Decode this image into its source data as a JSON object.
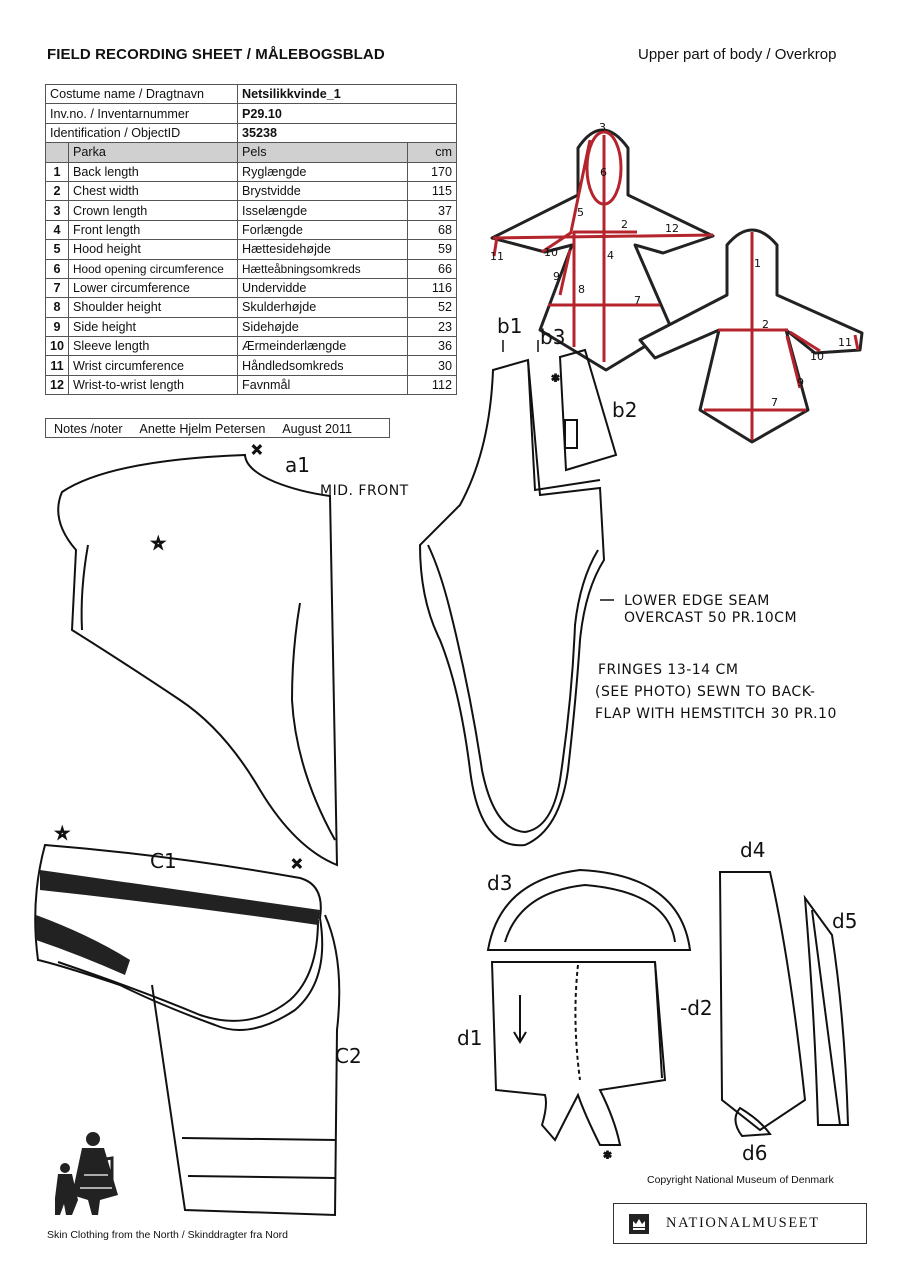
{
  "header": {
    "title": "FIELD RECORDING SHEET / MÅLEBOGSBLAD",
    "section": "Upper part of body / Overkrop"
  },
  "info": {
    "costume_label": "Costume name / Dragtnavn",
    "costume_value": "Netsilikkvinde_1",
    "inv_label": "Inv.no. / Inventarnummer",
    "inv_value": "P29.10",
    "id_label": "Identification / ObjectID",
    "id_value": "35238"
  },
  "table_header": {
    "en": "Parka",
    "da": "Pels",
    "unit": "cm"
  },
  "measurements": [
    {
      "num": "1",
      "en": "Back length",
      "da": "Ryglængde",
      "cm": "170"
    },
    {
      "num": "2",
      "en": "Chest width",
      "da": "Brystvidde",
      "cm": "115"
    },
    {
      "num": "3",
      "en": "Crown length",
      "da": "Isselængde",
      "cm": "37"
    },
    {
      "num": "4",
      "en": "Front length",
      "da": "Forlængde",
      "cm": "68"
    },
    {
      "num": "5",
      "en": "Hood height",
      "da": "Hættesidehøjde",
      "cm": "59"
    },
    {
      "num": "6",
      "en": "Hood opening circumference",
      "da": "Hætteåbningsomkreds",
      "cm": "66"
    },
    {
      "num": "7",
      "en": "Lower circumference",
      "da": "Undervidde",
      "cm": "116"
    },
    {
      "num": "8",
      "en": "Shoulder height",
      "da": "Skulderhøjde",
      "cm": "52"
    },
    {
      "num": "9",
      "en": "Side height",
      "da": "Sidehøjde",
      "cm": "23"
    },
    {
      "num": "10",
      "en": "Sleeve length",
      "da": "Ærmeinderlængde",
      "cm": "36"
    },
    {
      "num": "11",
      "en": "Wrist circumference",
      "da": "Håndledsomkreds",
      "cm": "30"
    },
    {
      "num": "12",
      "en": "Wrist-to-wrist length",
      "da": "Favnmål",
      "cm": "112"
    }
  ],
  "notes": {
    "label": "Notes /noter",
    "author": "Anette Hjelm Petersen",
    "date": "August 2011"
  },
  "diagram_labels": {
    "front": [
      "3",
      "6",
      "5",
      "2",
      "12",
      "11",
      "10",
      "4",
      "9",
      "8",
      "7"
    ],
    "back": [
      "1",
      "2",
      "10",
      "11",
      "9",
      "7"
    ]
  },
  "sketch": {
    "a1": "a1",
    "mid_front": "MID. FRONT",
    "b1": "b1",
    "b2": "b2",
    "b3": "b3",
    "c1": "C1",
    "c2": "C2",
    "d1": "d1",
    "d2": "-d2",
    "d3": "d3",
    "d4": "d4",
    "d5": "d5",
    "d6": "d6",
    "note1_line1": "LOWER EDGE SEAM",
    "note1_line2": "OVERCAST 50 PR.10CM",
    "note2_line1": "FRINGES  13-14 CM",
    "note2_line2": "(SEE PHOTO) SEWN TO BACK-",
    "note2_line3": "FLAP WITH HEMSTITCH 30 PR.10"
  },
  "copyright": "Copyright National Museum of Denmark",
  "footer": "Skin Clothing from the North / Skinddragter fra Nord",
  "museum_name": "NATIONALMUSEET",
  "colors": {
    "accent": "#b5242c",
    "header_bg": "#d0d0d0"
  }
}
